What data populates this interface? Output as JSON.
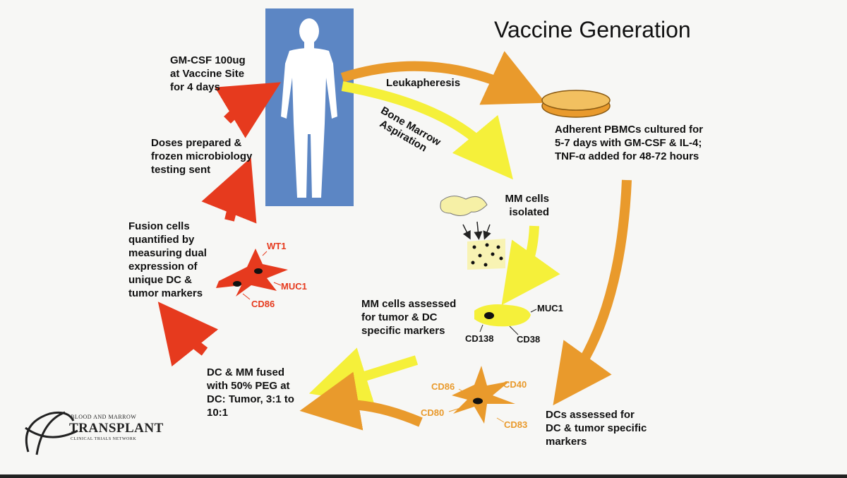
{
  "title": "Vaccine Generation",
  "steps": {
    "gmcsf": [
      "GM-CSF 100ug",
      "at Vaccine Site",
      "for 4 days"
    ],
    "doses": [
      "Doses prepared &",
      "frozen microbiology",
      "testing sent"
    ],
    "fusion_quant": [
      "Fusion cells",
      "quantified by",
      "measuring dual",
      "expression of",
      "unique DC &",
      "tumor markers"
    ],
    "fused": [
      "DC & MM fused",
      "with 50% PEG at",
      "DC: Tumor, 3:1 to",
      "10:1"
    ],
    "mm_assessed": [
      "MM cells assessed",
      "for tumor & DC",
      "specific markers"
    ],
    "mm_isolated": [
      "MM cells",
      "isolated"
    ],
    "pbmc": [
      "Adherent PBMCs cultured for",
      "5-7 days with GM-CSF & IL-4;",
      "TNF-α added for 48-72 hours"
    ],
    "dc_assessed": [
      "DCs assessed for",
      "DC & tumor specific",
      "markers"
    ]
  },
  "arrows": {
    "leukapheresis": "Leukapheresis",
    "bone_marrow": [
      "Bone Marrow",
      "Aspiration"
    ]
  },
  "markers": {
    "fusion": [
      "WT1",
      "MUC1",
      "CD86"
    ],
    "mm": [
      "MUC1",
      "CD138",
      "CD38"
    ],
    "dc": [
      "CD86",
      "CD40",
      "CD80",
      "CD83"
    ]
  },
  "logo": {
    "line1": "BLOOD AND MARROW",
    "line2": "TRANSPLANT",
    "line3": "CLINICAL TRIALS NETWORK"
  },
  "colors": {
    "orange": "#e99a2c",
    "yellow": "#f5f03a",
    "red": "#e63a1e",
    "panel": "#5c86c4"
  }
}
